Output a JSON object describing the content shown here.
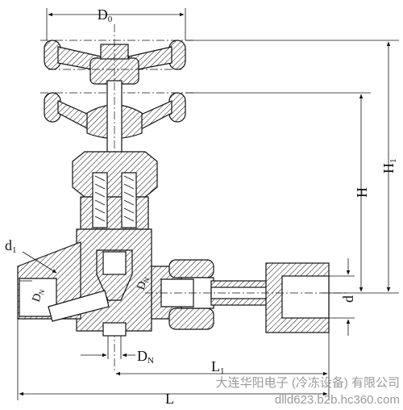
{
  "labels": {
    "d0": "D",
    "d0_sub": "0",
    "h": "H",
    "h1": "H",
    "h1_sub": "1",
    "d1": "d",
    "d1_sub": "1",
    "dn_left": "D",
    "dn_left_sub": "N",
    "dn_mid": "D",
    "dn_mid_sub": "N",
    "dn_bottom": "D",
    "dn_bottom_sub": "N",
    "d": "d",
    "l1": "L",
    "l1_sub": "1",
    "l": "L"
  },
  "watermark": {
    "company": "大连华阳电子 (冷冻设备) 有限公司",
    "site": "dlld623.b2b.hc360.com"
  }
}
